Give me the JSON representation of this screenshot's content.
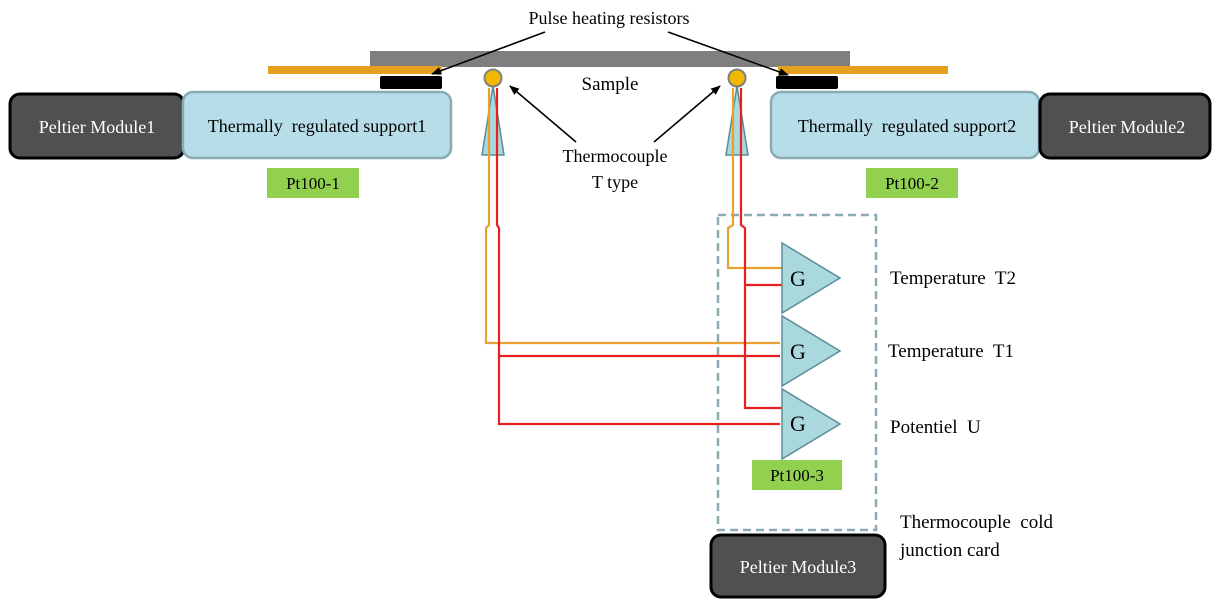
{
  "labels": {
    "pulse_heating": "Pulse heating resistors",
    "sample": "Sample",
    "thermocouple_line1": "Thermocouple",
    "thermocouple_line2": "T type",
    "cold_junction_line1": "Thermocouple  cold",
    "cold_junction_line2": "junction card"
  },
  "modules": {
    "peltier1": "Peltier Module1",
    "peltier2": "Peltier Module2",
    "peltier3": "Peltier Module3"
  },
  "supports": {
    "support1": "Thermally  regulated support1",
    "support2": "Thermally  regulated support2"
  },
  "sensors": {
    "pt100_1": "Pt100-1",
    "pt100_2": "Pt100-2",
    "pt100_3": "Pt100-3"
  },
  "amplifiers": {
    "gain_symbol": "G",
    "t2_label": "Temperature  T2",
    "t1_label": "Temperature  T1",
    "u_label": "Potentiel  U"
  },
  "colors": {
    "peltier_fill": "#505050",
    "support_fill": "#b6dde8",
    "support_stroke": "#8aaab4",
    "pt100_fill": "#92d050",
    "heater_strip": "#e6a020",
    "sample_bar": "#7f7f7f",
    "wire_orange": "#e8a030",
    "wire_red": "#e82020",
    "amplifier_fill": "#a9d8dd",
    "dashed_box": "#8aaab4"
  }
}
